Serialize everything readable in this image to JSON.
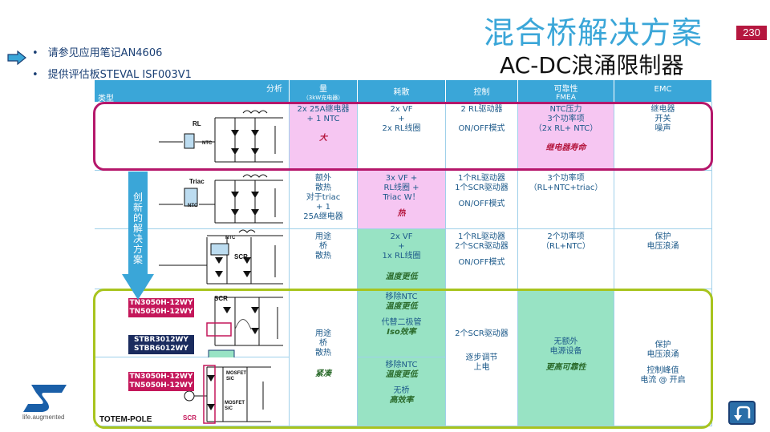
{
  "header": {
    "title": "混合桥解决方案",
    "subtitle": "AC-DC浪涌限制器",
    "page_number": "230"
  },
  "bullets": [
    "请参见应用笔记AN4606",
    "提供评估板STEVAL ISF003V1"
  ],
  "table": {
    "corner_top": "分析",
    "corner_bottom": "类型",
    "columns": [
      {
        "label": "量",
        "sub": "（3kW充电器）"
      },
      {
        "label": "耗散",
        "sub": ""
      },
      {
        "label": "控制",
        "sub": ""
      },
      {
        "label": "可靠性",
        "sub": "FMEA"
      },
      {
        "label": "EMC",
        "sub": ""
      }
    ],
    "rows": [
      {
        "circuit_labels": [
          "RL",
          "NTC"
        ],
        "cells": [
          [
            "2x 25A继电器",
            "+ 1 NTC",
            "",
            "大"
          ],
          [
            "2x VF",
            "+",
            "2x RL线圈"
          ],
          [
            "2 RL驱动器",
            "",
            "ON/OFF模式"
          ],
          [
            "NTC压力",
            "3个功率项",
            "（2x RL+ NTC）",
            "",
            "继电器寿命"
          ],
          [
            "继电器",
            "开关",
            "噪声"
          ]
        ]
      },
      {
        "circuit_labels": [
          "Triac",
          "NTC"
        ],
        "cells": [
          [
            "额外",
            "散热",
            "对于triac",
            "+ 1",
            "25A继电器"
          ],
          [
            "3x VF +",
            "RL线圈 +",
            "Triac W！",
            "",
            "热"
          ],
          [
            "1个RL驱动器",
            "1个SCR驱动器",
            "",
            "ON/OFF模式"
          ],
          [
            "3个功率项",
            "（RL+NTC+triac）"
          ],
          []
        ]
      },
      {
        "circuit_labels": [
          "NTC",
          "SCR"
        ],
        "cells": [
          [
            "用途",
            "桥",
            "散热"
          ],
          [
            "2x VF",
            "+",
            "1x RL线圈",
            "",
            "",
            "温度更低"
          ],
          [
            "1个RL驱动器",
            "2个SCR驱动器",
            "",
            "ON/OFF模式"
          ],
          [
            "2个功率项",
            "（RL+NTC）"
          ],
          [
            "保护",
            "电压浪涌"
          ]
        ]
      }
    ],
    "merged": {
      "volume": [
        "用途",
        "桥",
        "散热",
        "",
        "紧凑"
      ],
      "dissipation_a": [
        "移除NTC",
        "温度更低",
        "",
        "代替二极管",
        "Iso效率"
      ],
      "dissipation_b": [
        "移除NTC",
        "温度更低",
        "",
        "无桥",
        "高效率"
      ],
      "control": [
        "2个SCR驱动器",
        "",
        "逐步调节",
        "上电"
      ],
      "reliability": [
        "无额外",
        "电源设备",
        "",
        "更高可靠性"
      ],
      "emc": [
        "保护",
        "电压浪涌",
        "",
        "控制峰值",
        "电流 @ 开启"
      ]
    },
    "parts": {
      "scr_group_a": [
        "TN3050H-12WY",
        "TN5050H-12WY"
      ],
      "diode_group": [
        "STBR3012WY",
        "STBR6012WY"
      ],
      "scr_group_b": [
        "TN3050H-12WY",
        "TN5050H-12WY"
      ]
    },
    "labels": {
      "scr": "SCR",
      "mosfet_sic": "MOSFET SiC",
      "totem_pole": "TOTEM-POLE"
    }
  },
  "innovation_arrow_text": "创新的解决方案",
  "logo_tagline": "life.augmented",
  "colors": {
    "accent_blue": "#3aa6d8",
    "highlight_magenta": "#b5176b",
    "highlight_green": "#a8c41e",
    "cell_pink": "#f6c6f2",
    "cell_green": "#98e3c4"
  }
}
